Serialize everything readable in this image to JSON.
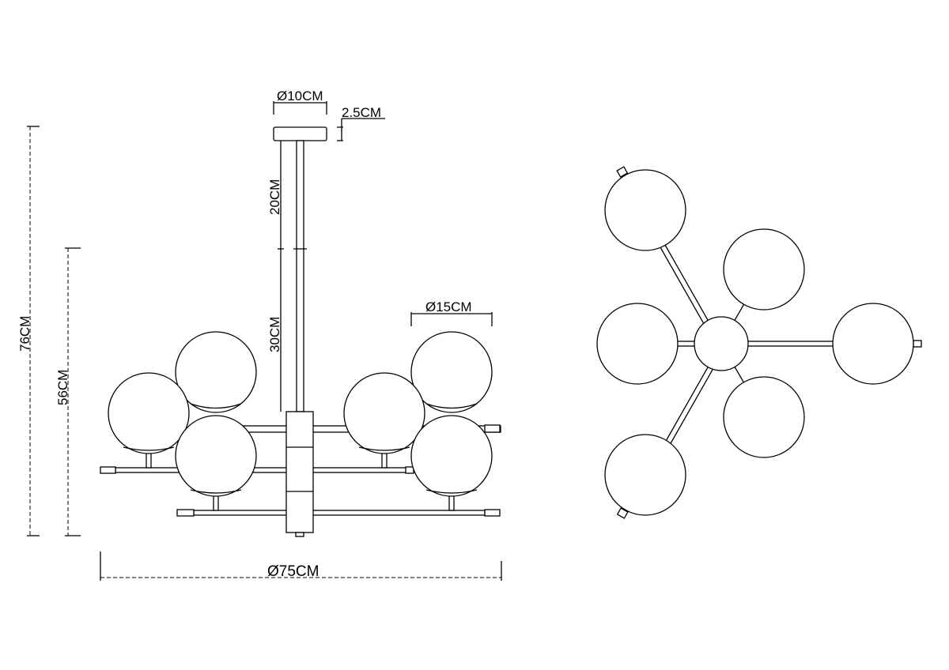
{
  "dimensions": {
    "canopy_diameter": "Ø10CM",
    "canopy_height": "2.5CM",
    "rod_upper": "20CM",
    "rod_lower": "30CM",
    "globe_diameter": "Ø15CM",
    "total_height": "76CM",
    "body_height": "56CM",
    "total_diameter": "Ø75CM"
  },
  "colors": {
    "line": "#000000",
    "background": "#ffffff"
  }
}
